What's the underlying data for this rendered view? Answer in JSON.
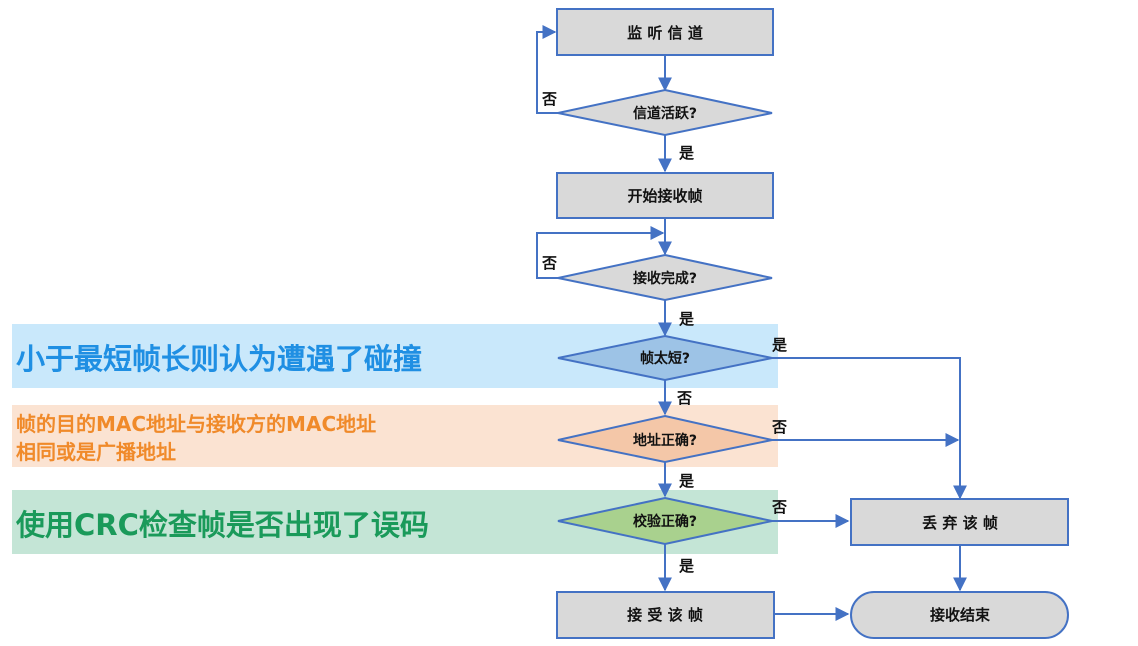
{
  "notes": {
    "short_frame": "小于最短帧长则认为遭遇了碰撞",
    "mac_line1": "帧的目的MAC地址与接收方的MAC地址",
    "mac_line2": "相同或是广播地址",
    "crc": "使用CRC检查帧是否出现了误码"
  },
  "nodes": {
    "listen": "监 听 信 道",
    "channel_active": "信道活跃?",
    "start_receive": "开始接收帧",
    "receive_done": "接收完成?",
    "frame_short": "帧太短?",
    "addr_ok": "地址正确?",
    "check_ok": "校验正确?",
    "discard": "丢 弃 该 帧",
    "accept": "接 受 该 帧",
    "end": "接收结束"
  },
  "labels": {
    "yes": "是",
    "no": "否"
  },
  "colors": {
    "box_fill": "#d9d9d9",
    "box_stroke": "#4472c4",
    "arrow": "#4472c4",
    "diamond_blue": "#9dc3e6",
    "diamond_orange": "#f4c7a8",
    "diamond_green": "#a9d18e",
    "band_blue": "#c9e8fb",
    "band_orange": "#fbe3d2",
    "band_green": "#c4e5d6"
  }
}
